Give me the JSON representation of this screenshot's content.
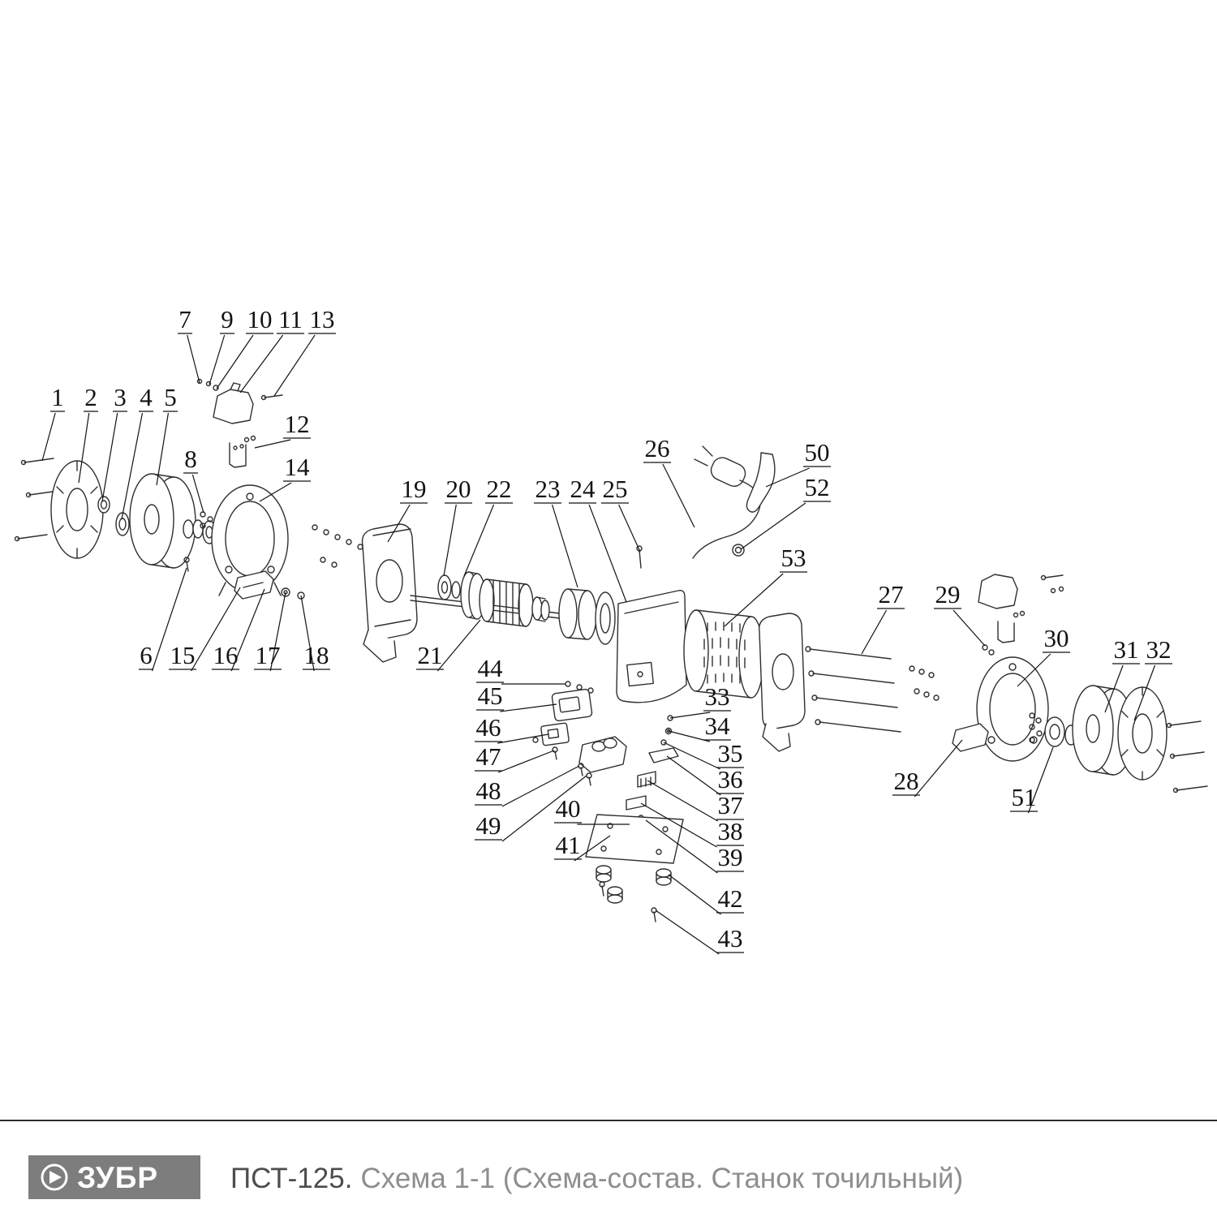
{
  "footer": {
    "brand": "ЗУБР",
    "model": "ПСТ-125.",
    "subtitle": "Схема 1-1 (Схема-состав. Станок точильный)"
  },
  "colors": {
    "line": "#2f2f2f",
    "label_text": "#131313",
    "logo_background": "#7d7d7d",
    "title_model": "#4d4d4d",
    "title_subtitle": "#8e8e8e"
  },
  "diagram": {
    "part_labels": [
      "1",
      "2",
      "3",
      "4",
      "5",
      "6",
      "7",
      "8",
      "9",
      "10",
      "11",
      "12",
      "13",
      "14",
      "15",
      "16",
      "17",
      "18",
      "19",
      "20",
      "21",
      "22",
      "23",
      "24",
      "25",
      "26",
      "27",
      "28",
      "29",
      "30",
      "31",
      "32",
      "33",
      "34",
      "35",
      "36",
      "37",
      "38",
      "39",
      "40",
      "41",
      "42",
      "43",
      "44",
      "45",
      "46",
      "47",
      "48",
      "49",
      "50",
      "51",
      "52",
      "53"
    ]
  }
}
